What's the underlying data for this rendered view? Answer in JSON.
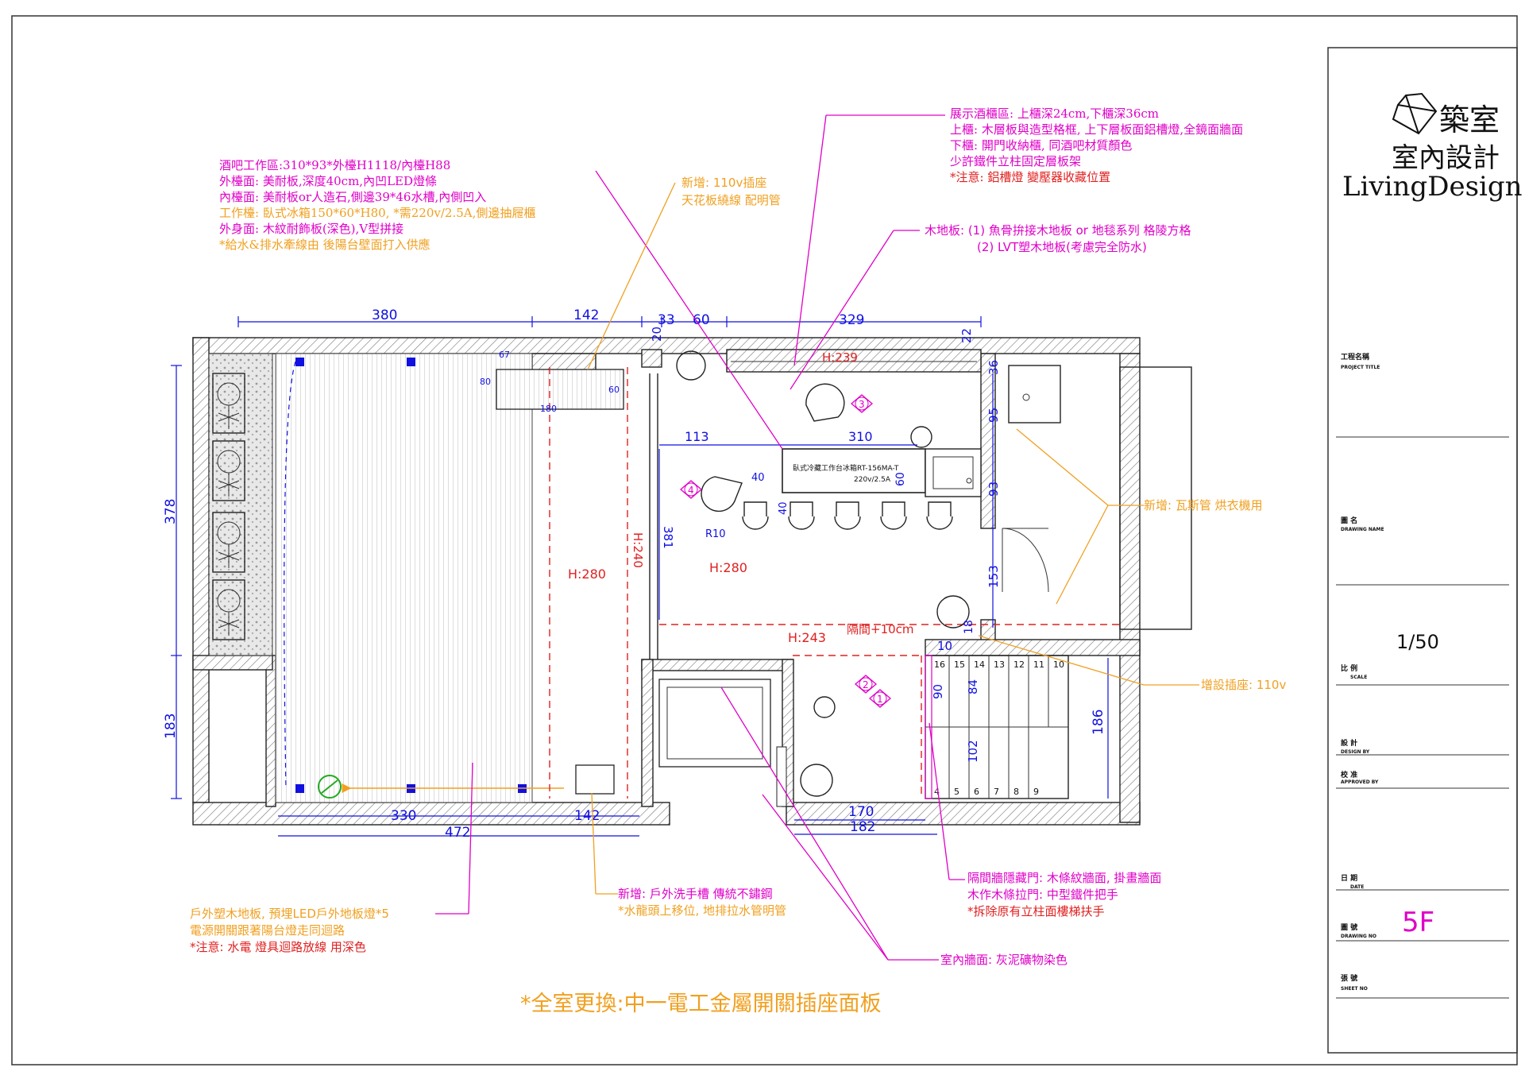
{
  "logo": {
    "name": "築室",
    "subtitle": "室內設計",
    "english": "LivingDesign"
  },
  "title_block": {
    "project_title_cn": "工程名稱",
    "project_title_en": "PROJECT TITLE",
    "drawing_name_cn": "圖 名",
    "drawing_name_en": "DRAWING NAME",
    "scale_value": "1/50",
    "scale_cn": "比 例",
    "scale_en": "SCALE",
    "design_cn": "設 計",
    "design_en": "DESIGN BY",
    "approved_cn": "校 准",
    "approved_en": "APPROVED BY",
    "date_cn": "日 期",
    "date_en": "DATE",
    "drawing_no_cn": "圖 號",
    "drawing_no_en": "DRAWING NO",
    "drawing_no_value": "5F",
    "sheet_no_cn": "張 號",
    "sheet_no_en": "SHEET NO"
  },
  "notes": {
    "bar": [
      "酒吧工作區:310*93*外檯H1118/內檯H88",
      "外檯面: 美耐板,深度40cm,內凹LED燈條",
      "內檯面: 美耐板or人造石,側邊39*46水槽,內側凹入",
      "工作檯: 臥式冰箱150*60*H80, *需220v/2.5A,側邊抽屜櫃",
      "外身面: 木紋耐飾板(深色),V型拼接",
      "*給水&排水牽線由 後陽台壁面打入供應"
    ],
    "outlet_110": [
      "新增: 110v插座",
      "天花板繞線 配明管"
    ],
    "wine": [
      "展示酒櫃區: 上櫃深24cm,下櫃深36cm",
      "上櫃: 木層板與造型格框, 上下層板面鋁槽燈,全鏡面牆面",
      "下櫃: 開門收納櫃, 同酒吧材質顏色",
      "少許鐵件立柱固定層板架",
      "*注意: 鋁槽燈 變壓器收藏位置"
    ],
    "floor": [
      "木地板: (1) 魚骨拚接木地板 or 地毯系列 格陵方格",
      "(2) LVT塑木地板(考慮完全防水)"
    ],
    "gas": "新增: 瓦斯管 烘衣機用",
    "socket": "增設插座: 110v",
    "outdoor": [
      "戶外塑木地板, 預埋LED戶外地板燈*5",
      "電源開關跟著陽台燈走同迴路",
      "*注意: 水電 燈具迴路放線 用深色"
    ],
    "sink": [
      "新增: 戶外洗手槽 傳統不鏽鋼",
      "*水龍頭上移位, 地排拉水管明管"
    ],
    "door": [
      "隔間牆隱藏門: 木條紋牆面, 掛畫牆面",
      "木作木條拉門: 中型鐵件把手",
      "*拆除原有立柱面樓梯扶手"
    ],
    "wall": "室內牆面: 灰泥礦物染色",
    "bottom": "*全室更換:中一電工金屬開關插座面板"
  },
  "dims": {
    "d380": "380",
    "d142t": "142",
    "d33": "33",
    "d60": "60",
    "d329": "329",
    "d20": "20",
    "d22": "22",
    "d36": "36",
    "d95": "95",
    "d93": "93",
    "d153": "153",
    "d113": "113",
    "d310": "310",
    "d60b": "60",
    "d40": "40",
    "d40b": "40",
    "d381": "381",
    "d378": "378",
    "d183": "183",
    "d330": "330",
    "d142b": "142",
    "d472": "472",
    "d170": "170",
    "d182": "182",
    "d186": "186",
    "d10": "10",
    "d18": "18",
    "d90": "90",
    "d84": "84",
    "d102": "102",
    "d67": "67",
    "d80": "80",
    "d60c": "60",
    "d180": "180",
    "r10": "R10"
  },
  "heights": {
    "h239": "H:239",
    "h280a": "H:280",
    "h280b": "H:280",
    "h240": "H:240",
    "h243": "H:243",
    "ceiling": "隔間+10cm"
  },
  "fridge": {
    "label": "臥式冷藏工作台冰箱RT-156MA-T",
    "power": "220v/2.5A"
  },
  "stair_numbers": [
    "16",
    "15",
    "14",
    "13",
    "12",
    "11",
    "10",
    "5",
    "6",
    "7",
    "8",
    "9",
    "4"
  ],
  "callouts": [
    "3",
    "4",
    "2",
    "1"
  ],
  "colors": {
    "magenta": "#e000c8",
    "orange": "#f0a020",
    "red": "#e02020",
    "blue": "#1010e0"
  }
}
